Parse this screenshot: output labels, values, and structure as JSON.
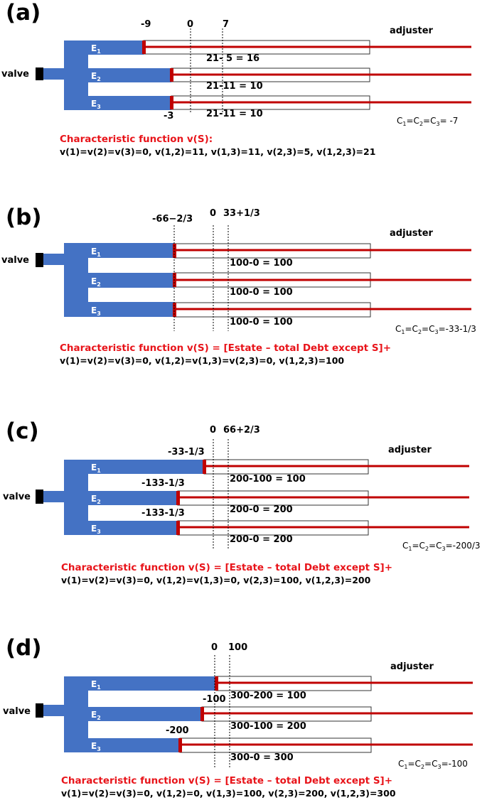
{
  "common": {
    "valve_label": "valve",
    "adjuster_label": "adjuster",
    "e_letter": "E",
    "e_subs": [
      "1",
      "2",
      "3"
    ],
    "colors": {
      "vessel": "#4472c4",
      "pipe": "#c00000",
      "valve": "#000000",
      "title": "#e8141a"
    }
  },
  "panels": [
    {
      "label": "(a)",
      "top_ticks": [
        "-9",
        "0",
        "7"
      ],
      "bottom_tick": "-3",
      "equations": [
        "21- 5 = 16",
        "21-11 = 10",
        "21-11 = 10"
      ],
      "claims": {
        "prefix": "C",
        "subs": [
          "1",
          "2",
          "3"
        ],
        "value": " -7"
      },
      "cf_title": "Characteristic function v(S):",
      "cf_values": "v(1)=v(2)=v(3)=0, v(1,2)=11, v(1,3)=11, v(2,3)=5, v(1,2,3)=21"
    },
    {
      "label": "(b)",
      "top_ticks": [
        "-66−2/3",
        "0",
        "33+1/3"
      ],
      "equations": [
        "100-0 = 100",
        "100-0 = 100",
        "100-0 = 100"
      ],
      "claims": {
        "prefix": "C",
        "subs": [
          "1",
          "2",
          "3"
        ],
        "value": "-33-1/3"
      },
      "cf_title": "Characteristic function v(S) = [Estate – total Debt except S]+",
      "cf_values": "v(1)=v(2)=v(3)=0, v(1,2)=v(1,3)=v(2,3)=0, v(1,2,3)=100"
    },
    {
      "label": "(c)",
      "top_ticks": [
        "0",
        "66+2/3"
      ],
      "level_labels": [
        "-33-1/3",
        "-133-1/3",
        "-133-1/3"
      ],
      "equations": [
        "200-100 = 100",
        "200-0 = 200",
        "200-0 = 200"
      ],
      "claims": {
        "prefix": "C",
        "subs": [
          "1",
          "2",
          "3"
        ],
        "value": "-200/3"
      },
      "cf_title": "Characteristic function v(S) = [Estate – total Debt except S]+",
      "cf_values": "v(1)=v(2)=v(3)=0, v(1,2)=v(1,3)=0, v(2,3)=100, v(1,2,3)=200"
    },
    {
      "label": "(d)",
      "top_ticks": [
        "0",
        "100"
      ],
      "level_labels": [
        "-100",
        "-200"
      ],
      "equations": [
        "300-200 = 100",
        "300-100 = 200",
        "300-0 = 300"
      ],
      "claims": {
        "prefix": "C",
        "subs": [
          "1",
          "2",
          "3"
        ],
        "value": "-100"
      },
      "cf_title": "Characteristic function v(S) = [Estate – total Debt except S]+",
      "cf_values": "v(1)=v(2)=v(3)=0, v(1,2)=0, v(1,3)=100, v(2,3)=200, v(1,2,3)=300"
    }
  ]
}
